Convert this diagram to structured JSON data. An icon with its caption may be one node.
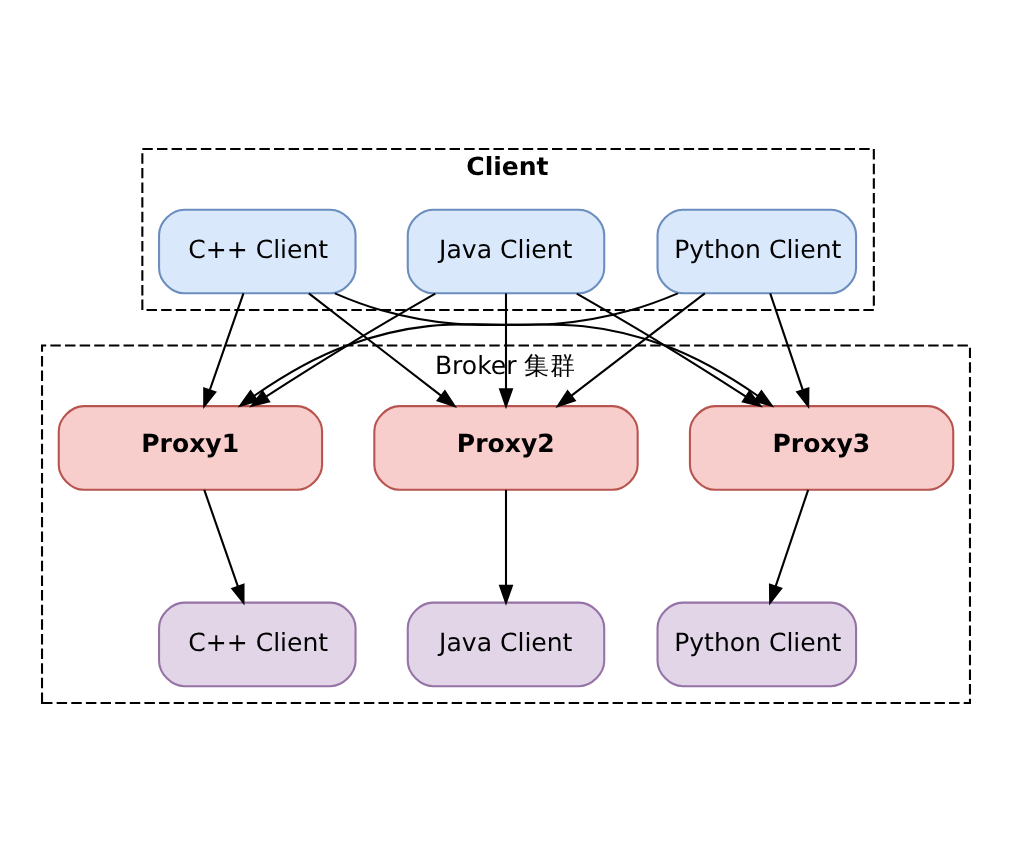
{
  "diagram": {
    "nodes": [
      {
        "text": [
          "Client"
        ]
      },
      {
        "text": [
          "C++ Client"
        ],
        "in": 0
      },
      {
        "text": [
          "Java Client"
        ],
        "in": 0
      },
      {
        "text": [
          "Python Client"
        ],
        "in": 0
      },
      {
        "text": [
          "Broker 集群"
        ]
      },
      {
        "text": [
          "Proxy1"
        ],
        "in": 4
      },
      {
        "text": [
          "Proxy2"
        ],
        "in": 4
      },
      {
        "text": [
          "Proxy3"
        ],
        "in": 4
      },
      {
        "text": [
          "C++ Client"
        ],
        "in": 4
      },
      {
        "text": [
          "Java Client"
        ],
        "in": 4
      },
      {
        "text": [
          "Python Client"
        ],
        "in": 4
      }
    ],
    "edges": [
      {
        "from": 1,
        "to": 5,
        "arrow": "to"
      },
      {
        "from": 1,
        "to": 6,
        "arrow": "to"
      },
      {
        "from": 1,
        "to": 7,
        "arrow": "to"
      },
      {
        "from": 2,
        "to": 5,
        "arrow": "to"
      },
      {
        "from": 2,
        "to": 6,
        "arrow": "to"
      },
      {
        "from": 2,
        "to": 7,
        "arrow": "to"
      },
      {
        "from": 3,
        "to": 5,
        "arrow": "to"
      },
      {
        "from": 3,
        "to": 6,
        "arrow": "to"
      },
      {
        "from": 3,
        "to": 7,
        "arrow": "to"
      },
      {
        "from": 5,
        "to": 8,
        "arrow": "to"
      },
      {
        "from": 6,
        "to": 9,
        "arrow": "to"
      },
      {
        "from": 7,
        "to": 10,
        "arrow": "to"
      }
    ]
  }
}
